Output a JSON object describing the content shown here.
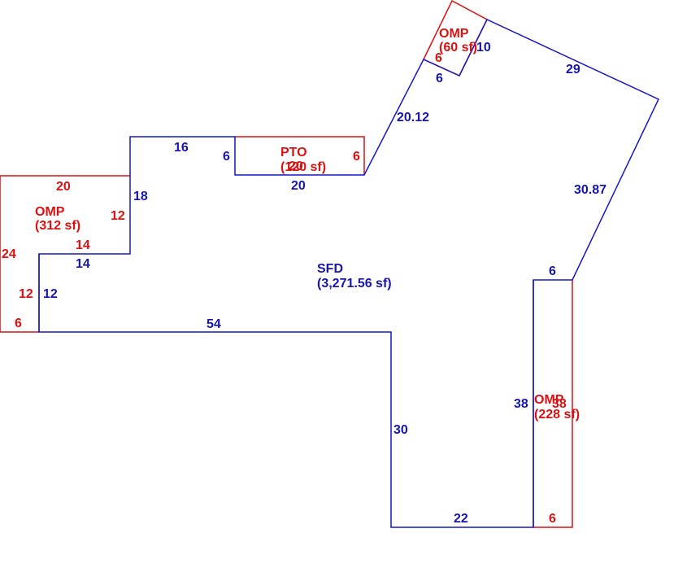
{
  "colors": {
    "main_structure": "#1515c8",
    "addition": "#dd1111"
  },
  "areas": [
    {
      "id": "sfd",
      "name": "SFD",
      "area": "(3,271.56 sf)",
      "color": "blue"
    },
    {
      "id": "omp_left",
      "name": "OMP",
      "area": "(312 sf)",
      "color": "red"
    },
    {
      "id": "pto",
      "name": "PTO",
      "area": "(120 sf)",
      "color": "red"
    },
    {
      "id": "omp_top",
      "name": "OMP",
      "area": "(60 sf)",
      "color": "red"
    },
    {
      "id": "omp_right",
      "name": "OMP",
      "area": "(228 sf)",
      "color": "red"
    }
  ],
  "dimensions": {
    "sfd": [
      "16",
      "18",
      "14",
      "12",
      "54",
      "30",
      "22",
      "38",
      "6",
      "30.87",
      "29",
      "10",
      "6",
      "20.12",
      "20",
      "6"
    ],
    "omp_left": [
      "20",
      "12",
      "14",
      "12",
      "6",
      "24"
    ],
    "pto": [
      "6",
      "20"
    ],
    "omp_top": [
      "6"
    ],
    "omp_right": [
      "6",
      "38"
    ]
  }
}
